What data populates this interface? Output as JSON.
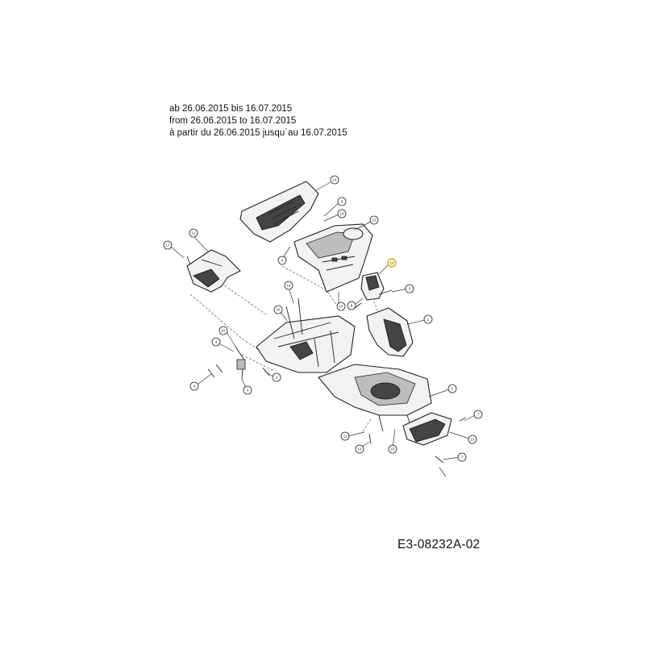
{
  "header": {
    "line_de": "ab 26.06.2015 bis 16.07.2015",
    "line_en": "from 26.06.2015 to 16.07.2015",
    "line_fr": "à partir du 26.06.2015 jusqu`au 16.07.2015"
  },
  "document_id": "E3-08232A-02",
  "highlight_color": "#d4b000",
  "callouts": [
    "14",
    "6",
    "18",
    "13",
    "9",
    "11",
    "17",
    "10",
    "12",
    "5",
    "8",
    "20",
    "1",
    "19",
    "18",
    "3",
    "2",
    "6",
    "4",
    "2",
    "7",
    "11",
    "10",
    "21",
    "15",
    "7"
  ]
}
